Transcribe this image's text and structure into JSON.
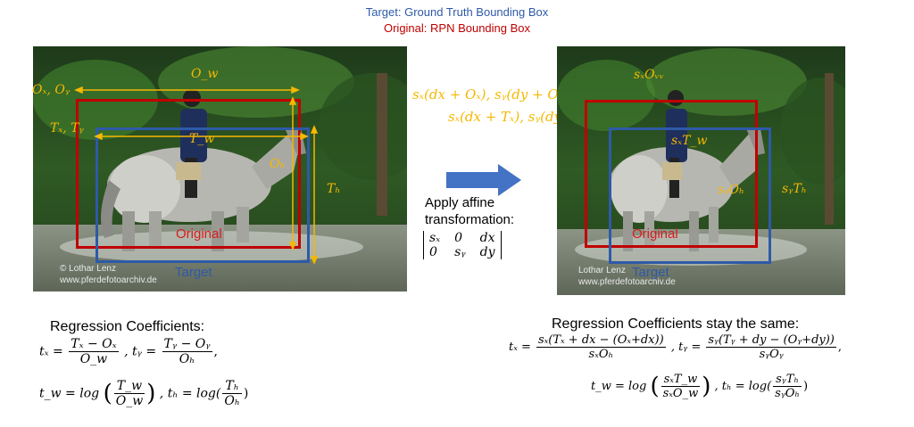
{
  "legend": {
    "target": "Target: Ground Truth Bounding Box",
    "original": "Original: RPN Bounding Box"
  },
  "left_image": {
    "labels": {
      "ox_oy": "Oₓ, Oᵧ",
      "ow": "O_w",
      "tx_ty": "Tₓ, Tᵧ",
      "tw": "T_w",
      "oh": "Oₕ",
      "th": "Tₕ",
      "original": "Original",
      "target": "Target"
    },
    "watermark": "© Lothar Lenz\nwww.pferdefotoarchiv.de"
  },
  "right_image": {
    "labels": {
      "sx_ow": "sₓOᵥᵥ",
      "sx_tw": "sₓT_w",
      "sy_oh": "sᵧOₕ",
      "sy_th": "sᵧTₕ",
      "original": "Original",
      "target": "Target"
    },
    "watermark": "Lothar Lenz\nwww.pferdefotoarchiv.de"
  },
  "transform_labels": {
    "line1": "sₓ(dx + Oₓ), sᵧ(dy + Oᵧ)",
    "line2": "sₓ(dx + Tₓ), sᵧ(dy + Tᵧ)"
  },
  "affine": {
    "text_line1": "Apply affine",
    "text_line2": "transformation:",
    "row1": [
      "sₓ",
      "0",
      "dx"
    ],
    "row2": [
      "0",
      "sᵧ",
      "dy"
    ]
  },
  "left_formulas": {
    "heading": "Regression Coefficients:",
    "tx": "tₓ =",
    "tx_num": "Tₓ − Oₓ",
    "tx_den": "O_w",
    "ty": ", tᵧ =",
    "ty_num": "Tᵧ − Oᵧ",
    "ty_den": "Oₕ",
    "tw": "t_w = log",
    "tw_num": "T_w",
    "tw_den": "O_w",
    "th": ", tₕ = log(",
    "th_num": "Tₕ",
    "th_den": "Oₕ"
  },
  "right_formulas": {
    "heading": "Regression Coefficients stay the same:",
    "tx": "tₓ =",
    "tx_num": "sₓ(Tₓ + dx − (Oₓ+dx))",
    "tx_den": "sₓOₕ",
    "ty": ", tᵧ =",
    "ty_num": "sᵧ(Tᵧ + dy − (Oᵧ+dy))",
    "ty_den": "sᵧOᵧ",
    "tw": "t_w = log",
    "tw_num": "sₓT_w",
    "tw_den": "sₓO_w",
    "th": ", tₕ = log(",
    "th_num": "sᵧTₕ",
    "th_den": "sᵧOₕ"
  },
  "colors": {
    "target": "#2e5aa7",
    "original": "#c00000",
    "annotation": "#f5b800",
    "arrow": "#4472c4"
  }
}
